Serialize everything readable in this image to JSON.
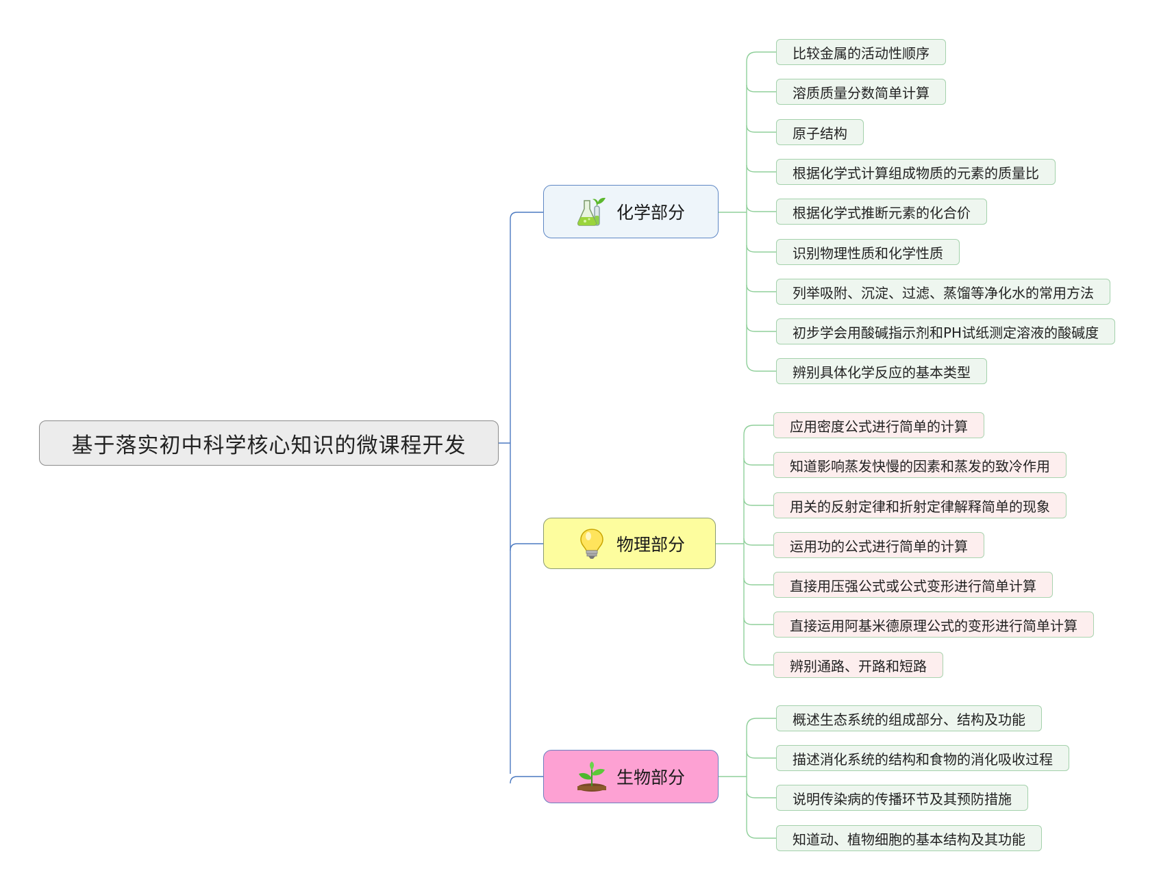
{
  "root": {
    "title": "基于落实初中科学核心知识的微课程开发"
  },
  "branches": {
    "chemistry": {
      "label": "化学部分",
      "icon": "flask-sprout-icon",
      "items": [
        "比较金属的活动性顺序",
        "溶质质量分数简单计算",
        "原子结构",
        "根据化学式计算组成物质的元素的质量比",
        "根据化学式推断元素的化合价",
        "识别物理性质和化学性质",
        "列举吸附、沉淀、过滤、蒸馏等净化水的常用方法",
        "初步学会用酸碱指示剂和PH试纸测定溶液的酸碱度",
        "辨别具体化学反应的基本类型"
      ]
    },
    "physics": {
      "label": "物理部分",
      "icon": "lightbulb-icon",
      "items": [
        "应用密度公式进行简单的计算",
        "知道影响蒸发快慢的因素和蒸发的致冷作用",
        "用关的反射定律和折射定律解释简单的现象",
        "运用功的公式进行简单的计算",
        " 直接用压强公式或公式变形进行简单计算",
        "直接运用阿基米德原理公式的变形进行简单计算",
        "辨别通路、开路和短路"
      ]
    },
    "biology": {
      "label": "生物部分",
      "icon": "seedling-icon",
      "items": [
        "概述生态系统的组成部分、结构及功能",
        "描述消化系统的结构和食物的消化吸收过程",
        "说明传染病的传播环节及其预防措施",
        "知道动、植物细胞的基本结构及其功能"
      ]
    }
  },
  "colors": {
    "root_fill": "#ececec",
    "chemistry_fill": "#eef5fa",
    "physics_fill": "#fdfd9e",
    "biology_fill": "#fda1d3",
    "main_connector": "#4a78c0",
    "leaf_connector": "#8fcf9a"
  }
}
